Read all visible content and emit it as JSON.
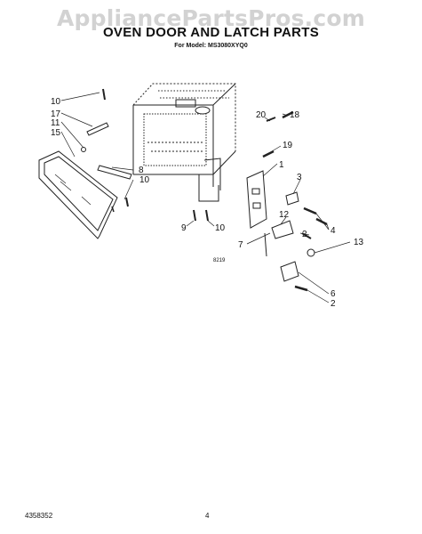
{
  "watermark": "AppliancePartsPros.com",
  "title": "OVEN DOOR AND LATCH PARTS",
  "subtitle": "For Model: MS3080XYQ0",
  "figure_code": "8219",
  "footer": {
    "doc_number": "4358352",
    "page_number": "4"
  },
  "callouts": [
    "10",
    "17",
    "11",
    "15",
    "8",
    "10",
    "9",
    "10",
    "20",
    "18",
    "19",
    "1",
    "3",
    "12",
    "2",
    "4",
    "7",
    "13",
    "6",
    "2"
  ]
}
